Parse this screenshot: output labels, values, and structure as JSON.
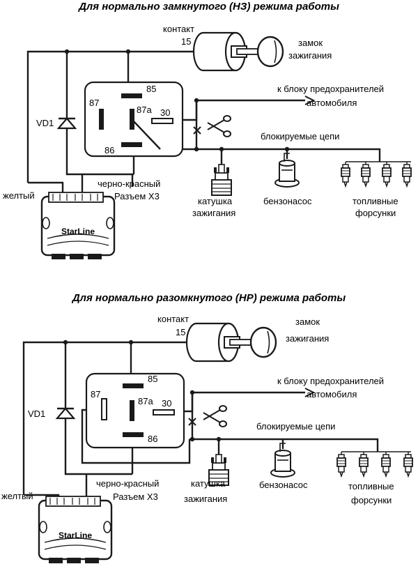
{
  "diagram_top": {
    "title": "Для нормально замкнутого (НЗ) режима работы",
    "contact_label": "контакт",
    "contact_num": "15",
    "lock_line1": "замок",
    "lock_line2": "зажигания",
    "fuse_line1": "к блоку предохранителей",
    "fuse_line2": "автомобиля",
    "pins": [
      "85",
      "87",
      "87а",
      "30",
      "86"
    ],
    "diode": "VD1",
    "blocked": "блокируемые цепи",
    "wire_line1": "черно-красный",
    "wire_line2": "Разъем Х3",
    "yellow": "желтый",
    "coil_line1": "катушка",
    "coil_line2": "зажигания",
    "pump": "бензонасос",
    "inj_line1": "топливные",
    "inj_line2": "форсунки",
    "logo": "StarLine"
  },
  "diagram_bottom": {
    "title": "Для нормально разомкнутого (НР) режима работы",
    "contact_label": "контакт",
    "contact_num": "15",
    "lock_line1": "замок",
    "lock_line2": "зажигания",
    "fuse_line1": "к блоку предохранителей",
    "fuse_line2": "автомобиля",
    "pins": [
      "85",
      "87",
      "87а",
      "30",
      "86"
    ],
    "diode": "VD1",
    "blocked": "блокируемые цепи",
    "wire_line1": "черно-красный",
    "wire_line2": "Разъем Х3",
    "yellow": "желтый",
    "coil_line1": "катушка",
    "coil_line2": "зажигания",
    "pump": "бензонасос",
    "inj_line1": "топливные",
    "inj_line2": "форсунки",
    "logo": "StarLine"
  },
  "icons": [
    "ignition-lock-icon",
    "key-icon",
    "scissors-icon",
    "cut-mark-icon",
    "ignition-coil-icon",
    "fuel-pump-icon",
    "injector-icon",
    "starline-module-icon",
    "relay-icon",
    "diode-icon"
  ]
}
